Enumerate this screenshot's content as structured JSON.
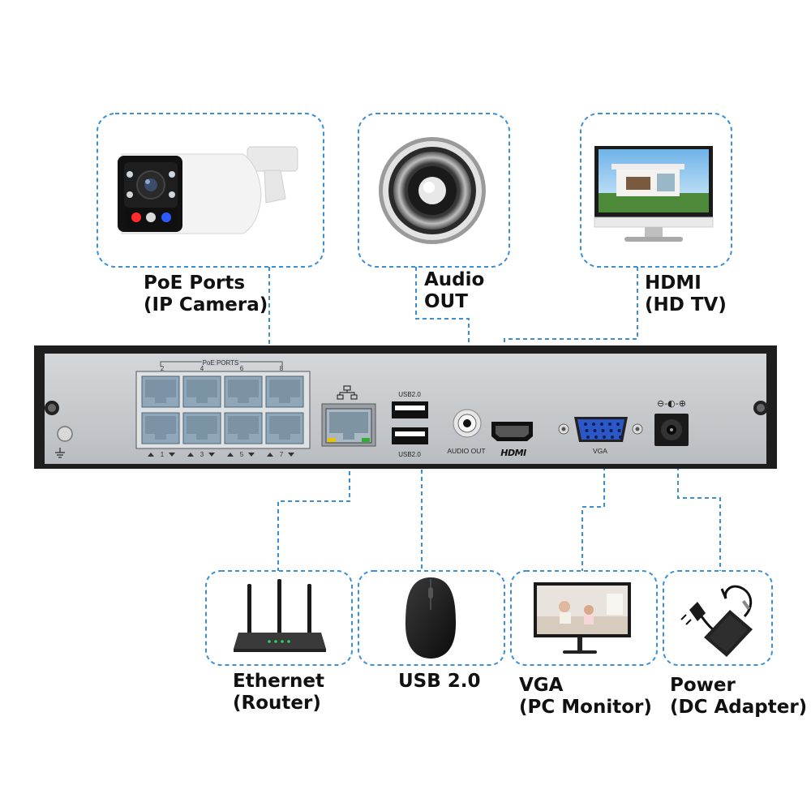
{
  "colors": {
    "accent_dash": "#3a8fd6",
    "nvr_face": "#c9ccd0",
    "nvr_frame": "#1e1e1e",
    "port_fill": "#8fa7b8"
  },
  "devices": {
    "camera": {
      "icon": "ip-camera-icon",
      "label_line1": "PoE Ports",
      "label_line2": "(IP Camera)"
    },
    "speaker": {
      "icon": "speaker-icon",
      "label_line1": "Audio",
      "label_line2": "OUT"
    },
    "tv": {
      "icon": "hd-tv-icon",
      "label_line1": "HDMI",
      "label_line2": "(HD TV)"
    },
    "router": {
      "icon": "router-icon",
      "label_line1": "Ethernet",
      "label_line2": "(Router)"
    },
    "mouse": {
      "icon": "mouse-icon",
      "label_line1": "USB 2.0",
      "label_line2": ""
    },
    "monitor": {
      "icon": "pc-monitor-icon",
      "label_line1": "VGA",
      "label_line2": "(PC Monitor)"
    },
    "adapter": {
      "icon": "dc-adapter-icon",
      "label_line1": "Power",
      "label_line2": "(DC Adapter)"
    }
  },
  "nvr": {
    "poe_header": "PoE PORTS",
    "poe_top_numbers": [
      "2",
      "4",
      "6",
      "8"
    ],
    "poe_bottom_numbers": [
      "1",
      "3",
      "5",
      "7"
    ],
    "usb_top": "USB2.0",
    "usb_bottom": "USB2.0",
    "audio_label": "AUDIO OUT",
    "hdmi_label": "HDMI",
    "vga_label": "VGA",
    "dc_symbol": "⊖-◐-⊕"
  }
}
